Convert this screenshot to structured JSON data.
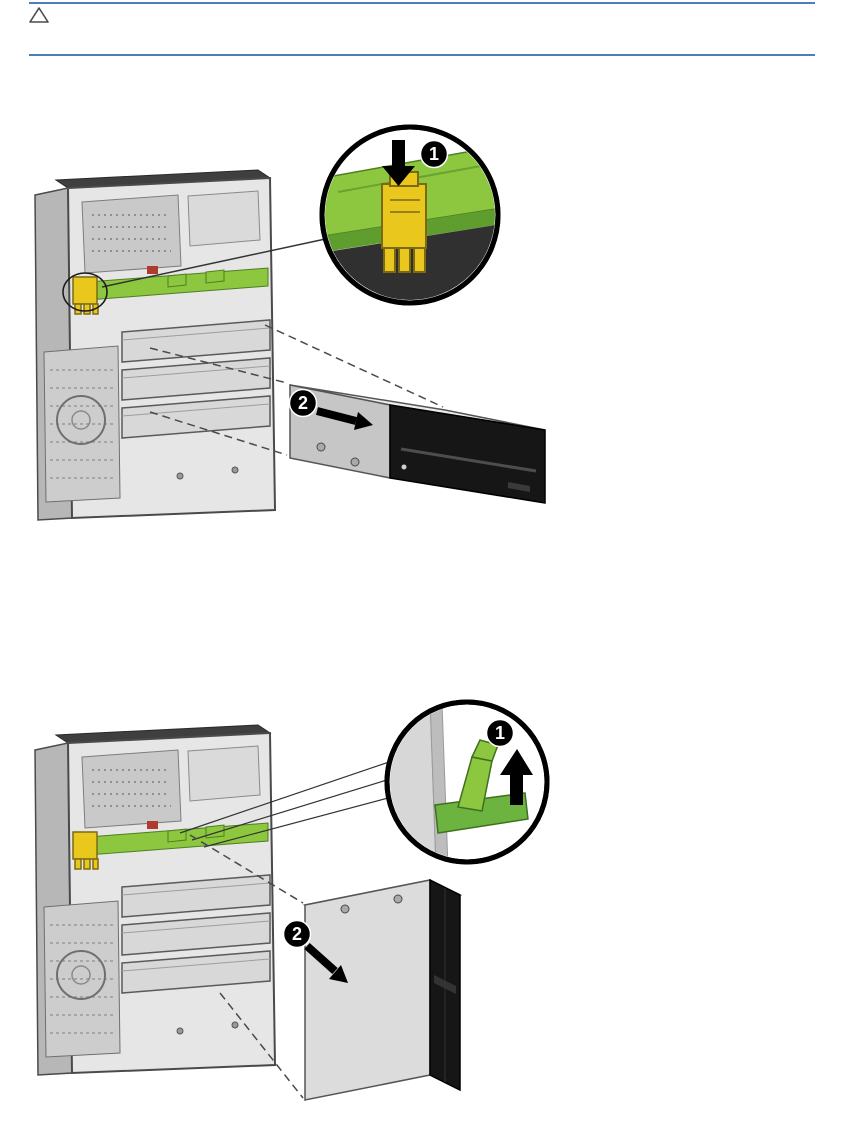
{
  "caution": {
    "icon": "caution-triangle-icon"
  },
  "figure_top": {
    "step1_label": "1",
    "step2_label": "2",
    "icons": {
      "step1_arrow": "press-down-arrow-icon",
      "step2_arrow": "slide-out-arrow-icon"
    }
  },
  "figure_bottom": {
    "step1_label": "1",
    "step2_label": "2",
    "icons": {
      "step1_arrow": "lift-up-arrow-icon",
      "step2_arrow": "slide-out-arrow-icon"
    }
  },
  "colors": {
    "rule_blue": "#4d7dbf",
    "cage_green": "#8dc63f",
    "drivelock_yellow": "#e9c71d",
    "chassis_light": "#e6e6e6",
    "chassis_shadow": "#b7b7b7",
    "bezel_black": "#161616",
    "badge_black": "#000000"
  }
}
